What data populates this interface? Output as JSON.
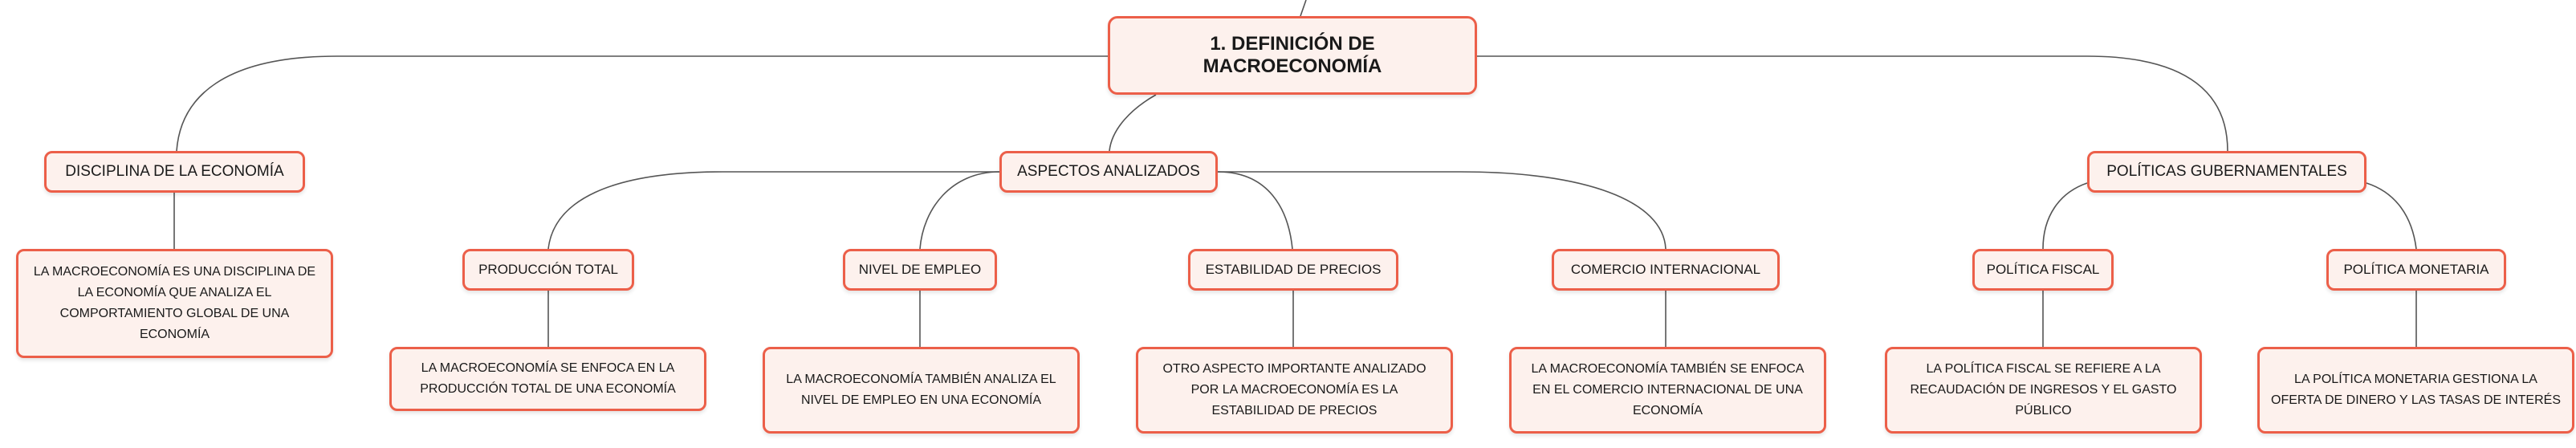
{
  "diagram": {
    "root": "1. DEFINICIÓN DE MACROECONOMÍA",
    "branches": [
      {
        "label": "DISCIPLINA DE LA ECONOMÍA",
        "detail": "LA MACROECONOMÍA ES UNA DISCIPLINA DE LA ECONOMÍA QUE ANALIZA EL COMPORTAMIENTO GLOBAL DE UNA ECONOMÍA"
      },
      {
        "label": "ASPECTOS ANALIZADOS",
        "children": [
          {
            "label": "PRODUCCIÓN TOTAL",
            "detail": "LA MACROECONOMÍA SE ENFOCA EN LA PRODUCCIÓN TOTAL DE UNA ECONOMÍA"
          },
          {
            "label": "NIVEL DE EMPLEO",
            "detail": "LA MACROECONOMÍA TAMBIÉN ANALIZA EL NIVEL DE EMPLEO EN UNA ECONOMÍA"
          },
          {
            "label": "ESTABILIDAD DE PRECIOS",
            "detail": "OTRO ASPECTO IMPORTANTE ANALIZADO POR LA MACROECONOMÍA ES LA ESTABILIDAD DE PRECIOS"
          },
          {
            "label": "COMERCIO INTERNACIONAL",
            "detail": "LA MACROECONOMÍA TAMBIÉN SE ENFOCA EN EL COMERCIO INTERNACIONAL DE UNA ECONOMÍA"
          }
        ]
      },
      {
        "label": "POLÍTICAS GUBERNAMENTALES",
        "children": [
          {
            "label": "POLÍTICA FISCAL",
            "detail": "LA POLÍTICA FISCAL SE REFIERE A LA RECAUDACIÓN DE INGRESOS Y EL GASTO PÚBLICO"
          },
          {
            "label": "POLÍTICA MONETARIA",
            "detail": "LA POLÍTICA MONETARIA GESTIONA LA OFERTA DE DINERO Y LAS TASAS DE INTERÉS"
          }
        ]
      }
    ],
    "colors": {
      "border": "#ec5f49",
      "fill": "#fdf1ed",
      "line": "#555555",
      "text": "#1a1a1a"
    }
  }
}
